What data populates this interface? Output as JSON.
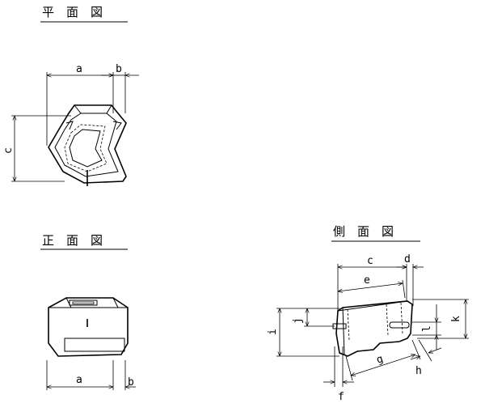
{
  "views": {
    "plan": {
      "title": "平　面　図"
    },
    "front": {
      "title": "正　面　図"
    },
    "side": {
      "title": "側　面　図"
    }
  },
  "dimensions": {
    "a": "a",
    "b": "b",
    "c": "c",
    "d": "d",
    "e": "e",
    "f": "f",
    "g": "g",
    "h": "h",
    "i": "i",
    "j": "j",
    "k": "k",
    "l": "l"
  }
}
